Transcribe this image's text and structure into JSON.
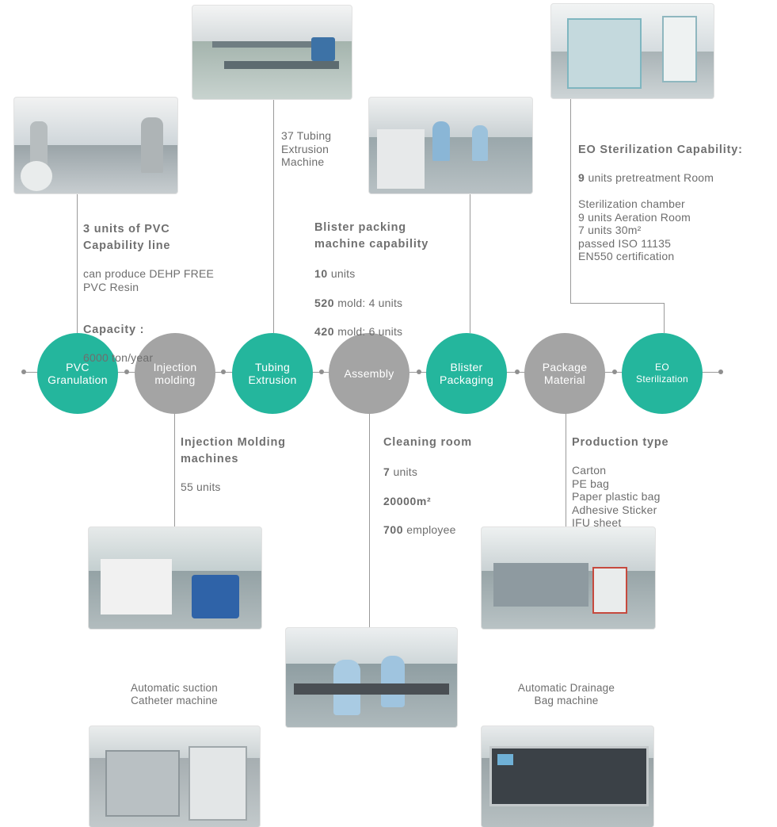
{
  "nodes": [
    {
      "label": "PVC\nGranulation",
      "color": "#24b69d"
    },
    {
      "label": "Injection\nmolding",
      "color": "#a4a4a4"
    },
    {
      "label": "Tubing\nExtrusion",
      "color": "#24b69d"
    },
    {
      "label": "Assembly",
      "color": "#a4a4a4"
    },
    {
      "label": "Blister\nPackaging",
      "color": "#24b69d"
    },
    {
      "label": "Package\nMaterial",
      "color": "#a4a4a4"
    },
    {
      "label": "EO\nSterilization",
      "color": "#24b69d"
    }
  ],
  "pvc": {
    "title": "3 units of PVC\nCapability line",
    "desc": "can produce DEHP FREE\nPVC Resin",
    "capacity_title": "Capacity :",
    "capacity_value": "6000 ton/year"
  },
  "tubing": {
    "desc": "37 Tubing\nExtrusion\nMachine"
  },
  "blister": {
    "title": "Blister packing\nmachine capability",
    "rows": [
      {
        "num": "10",
        "text": "units"
      },
      {
        "num": "520",
        "text": "mold: 4 units"
      },
      {
        "num": "420",
        "text": "mold: 6 units"
      }
    ]
  },
  "eo": {
    "title": "EO Sterilization Capability:",
    "row1_num": "9",
    "row1_text": "units pretreatment Room",
    "rest": "Sterilization chamber\n9 units Aeration Room\n7 units 30m²\npassed ISO 11135\nEN550 certification"
  },
  "injection": {
    "title": "Injection Molding\nmachines",
    "desc": "55 units"
  },
  "cleaning": {
    "title": "Cleaning room",
    "rows": [
      {
        "num": "7",
        "text": "units"
      },
      {
        "num": "20000m²",
        "text": ""
      },
      {
        "num": "700",
        "text": "employee"
      }
    ]
  },
  "production": {
    "title": "Production type",
    "items": "Carton\nPE bag\nPaper plastic bag\nAdhesive Sticker\nIFU sheet"
  },
  "captions": {
    "suction": "Automatic suction\nCatheter machine",
    "drainage": "Automatic Drainage\nBag machine"
  },
  "colors": {
    "teal": "#24b69d",
    "gray_node": "#a4a4a4",
    "line": "#9a9a9a",
    "text": "#6e6e6e"
  }
}
